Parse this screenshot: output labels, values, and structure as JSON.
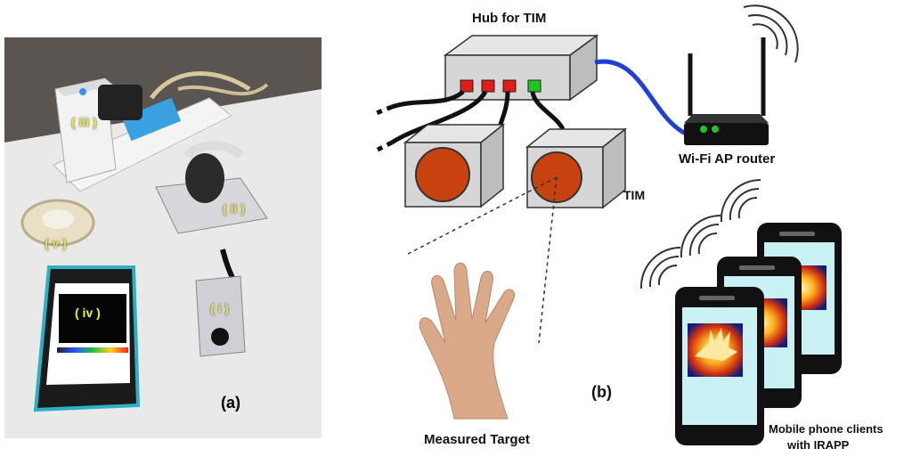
{
  "panel_a": {
    "caption": "(a)",
    "tags": [
      "( iii )",
      "( ii )",
      "( v )",
      "( iv )",
      "( i )"
    ]
  },
  "panel_b": {
    "caption": "(b)",
    "hub_label": "Hub for TIM",
    "router_label": "Wi-Fi AP router",
    "tim_label": "TIM",
    "target_label": "Measured Target",
    "phones_label_line1": "Mobile phone clients",
    "phones_label_line2": "with IRAPP"
  },
  "colors": {
    "port_red": "#e21b1b",
    "port_green": "#22c322",
    "cable_blue": "#1f3fd6",
    "tim_lens": "#c8420f",
    "box_gray": "#d9d9d9",
    "screen_cyan": "#c9f1f4",
    "photo_wall": "#5a5550",
    "photo_table": "#e9e9ea"
  }
}
